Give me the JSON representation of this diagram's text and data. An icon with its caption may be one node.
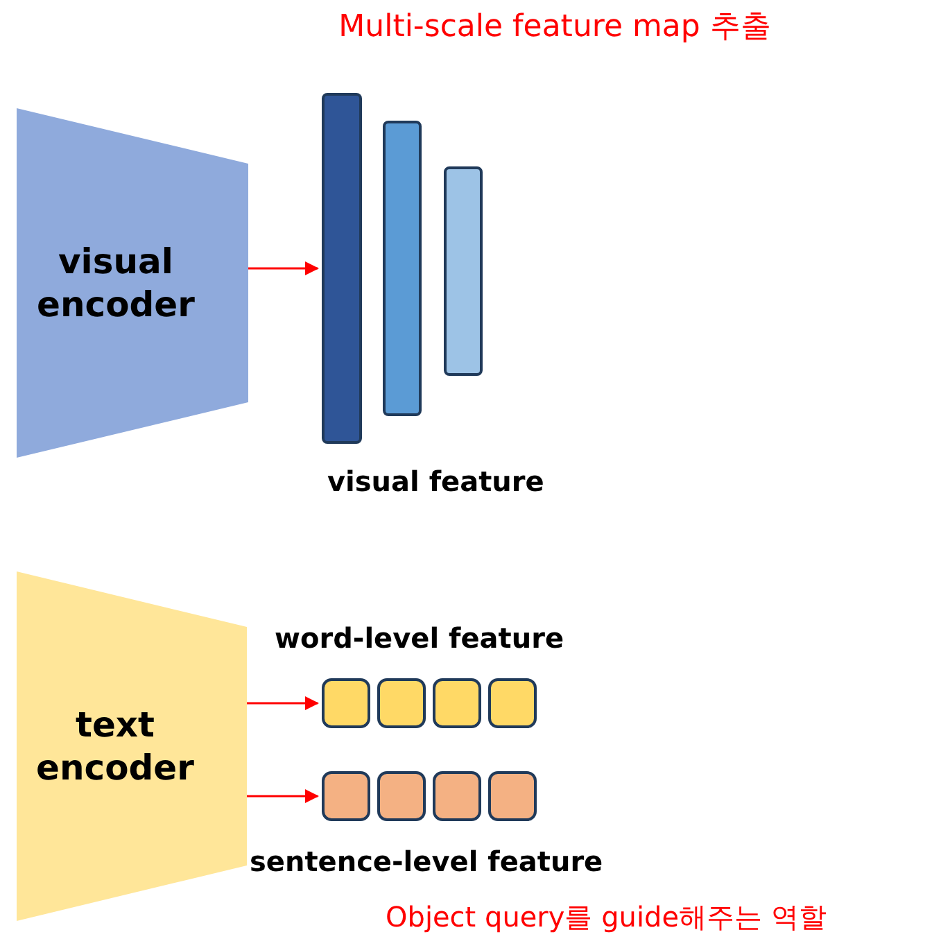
{
  "diagram": {
    "title": "Multi-scale feature map 추출",
    "nodes": [
      {
        "text": [
          "visual encoder"
        ]
      },
      {
        "text": [],
        "shape": "bar"
      },
      {
        "text": [],
        "shape": "bar"
      },
      {
        "text": [],
        "shape": "bar"
      },
      {
        "text": [
          "text encoder"
        ]
      },
      {
        "text": [],
        "shape": "box"
      },
      {
        "text": [],
        "shape": "box"
      },
      {
        "text": [],
        "shape": "box"
      },
      {
        "text": [],
        "shape": "box"
      },
      {
        "text": [],
        "shape": "box"
      },
      {
        "text": [],
        "shape": "box"
      },
      {
        "text": [],
        "shape": "box"
      },
      {
        "text": [],
        "shape": "box"
      }
    ],
    "edges": [
      {
        "from": 0,
        "to": 1,
        "arrow": "to"
      },
      {
        "from": 4,
        "to": 5,
        "arrow": "to"
      },
      {
        "from": 4,
        "to": 9,
        "arrow": "to"
      }
    ],
    "labels": [
      "visual feature",
      "word-level feature",
      "sentence-level feature",
      "Object query를 guide해주는 역할"
    ]
  }
}
